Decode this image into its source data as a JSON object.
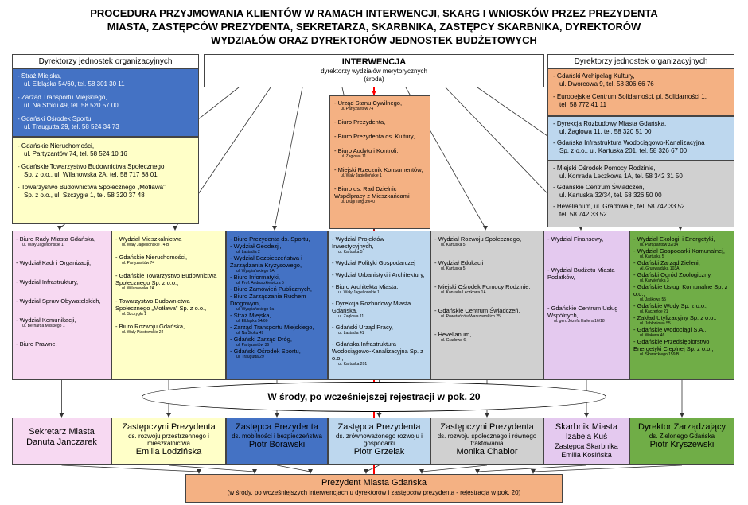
{
  "title": [
    "PROCEDURA PRZYJMOWANIA KLIENTÓW W RAMACH INTERWENCJI, SKARG I WNIOSKÓW PRZEZ PREZYDENTA",
    "MIASTA, ZASTĘPCÓW PREZYDENTA, SEKRETARZA, SKARBNIKA, ZASTĘPCY SKARBNIKA, DYREKTORÓW",
    "WYDZIAŁÓW ORAZ DYREKTORÓW JEDNOSTEK BUDŻETOWYCH"
  ],
  "left_header": "Dyrektorzy jednostek organizacyjnych",
  "right_header": "Dyrektorzy jednostek organizacyjnych",
  "center_header": {
    "title": "INTERWENCJA",
    "line1": "dyrektorzy wydziałów merytorycznych",
    "line2": "(środa)"
  },
  "left_blue": [
    {
      "t": "- Straż Miejska,",
      "d": "ul. Elbląska 54/60,  tel. 58 301 30 11"
    },
    {
      "t": "- Zarząd Transportu Miejskiego,",
      "d": "ul. Na Stoku 49, tel. 58 520 57 00"
    },
    {
      "t": "- Gdański Ośrodek Sportu,",
      "d": "ul. Traugutta 29, tel. 58 524 34 73"
    }
  ],
  "left_yellow": [
    {
      "t": "- Gdańskie Nieruchomości,",
      "d": "ul. Partyzantów 74, tel. 58 524 10 16"
    },
    {
      "t": "- Gdańskie Towarzystwo Budownictwa Społecznego",
      "d": "Sp. z o.o., ul. Wilanowska 2A, tel. 58 717 88 01"
    },
    {
      "t": "- Towarzystwo Budownictwa Społecznego „Motława”",
      "d": "Sp. z o.o., ul. Szczygła 1, tel. 58 320 37 48"
    }
  ],
  "right_orange": [
    {
      "t": "- Gdański Archipelag Kultury,",
      "d": "ul. Dworcowa 9, tel. 58 306 66 76"
    },
    {
      "t": "- Europejskie Centrum Solidarności, pl. Solidarności 1,",
      "d": "tel. 58 772 41 11"
    }
  ],
  "right_blue": [
    {
      "t": "- Dyrekcja Rozbudowy Miasta Gdańska,",
      "d": "ul. Żaglowa 11, tel. 58 320 51 00"
    },
    {
      "t": "- Gdańska Infrastruktura Wodociągowo-Kanalizacyjna",
      "d": "Sp. z o.o., ul. Kartuska 201, tel. 58 326 67 00"
    }
  ],
  "right_gray": [
    {
      "t": "- Miejski Ośrodek Pomocy Rodzinie,",
      "d": "ul. Konrada Leczkowa 1A, tel. 58 342 31 50"
    },
    {
      "t": "- Gdańskie Centrum Świadczeń,",
      "d": "ul. Kartuska 32/34, tel. 58 326 50 00"
    },
    {
      "t": "- Hevelianum, ul. Gradowa 6, tel. 58 742 33 52",
      "d": "tel. 58 742 33 52"
    }
  ],
  "center_list": [
    {
      "t": "- Urząd Stanu Cywilnego,",
      "s": "ul. Partyzantów 74"
    },
    {
      "t": "- Biuro Prezydenta,",
      "s": ""
    },
    {
      "t": "- Biuro Prezydenta ds. Kultury,",
      "s": ""
    },
    {
      "t": "- Biuro Audytu i Kontroli,",
      "s": "ul. Żaglowa 11"
    },
    {
      "t": "- Miejski Rzecznik Konsumentów,",
      "s": "ul. Wały Jagiellońskie 1"
    },
    {
      "t": "- Biuro ds. Rad Dzielnic i Współpracy z Mieszkańcami",
      "s": "ul. Długi Targ 39/40"
    }
  ],
  "columns": [
    {
      "color": "#f7d9f2",
      "items": [
        {
          "t": "- Biuro Rady Miasta Gdańska,",
          "s": "ul. Wały Jagiellońskie 1"
        },
        {
          "t": "- Wydział Kadr i Organizacji,",
          "s": ""
        },
        {
          "t": "- Wydział Infrastruktury,",
          "s": ""
        },
        {
          "t": "- Wydział Spraw Obywatelskich,",
          "s": ""
        },
        {
          "t": "- Wydział Komunikacji,",
          "s": "ul. Bernarda Milskiego 1"
        },
        {
          "t": "- Biuro Prawne,",
          "s": ""
        }
      ]
    },
    {
      "color": "#ffffc8",
      "items": [
        {
          "t": "- Wydział Mieszkalnictwa",
          "s": "ul. Wały Jagiellońskie 74 B"
        },
        {
          "t": "- Gdańskie Nieruchomości,",
          "s": "ul. Partyzantów 74"
        },
        {
          "t": "- Gdańskie Towarzystwo Budownictwa Społecznego Sp. z o.o.,",
          "s": "ul. Wilanowska 2A"
        },
        {
          "t": "- Towarzystwo Budownictwa Społecznego „Motława” Sp. z o.o.,",
          "s": "ul. Szczygła 1"
        },
        {
          "t": "- Biuro Rozwoju Gdańska,",
          "s": "ul. Wały Piastowskie 24"
        }
      ]
    },
    {
      "color": "#4472c4",
      "items": [
        {
          "t": "- Biuro Prezydenta ds. Sportu,",
          "s": ""
        },
        {
          "t": "- Wydział Geodezji,",
          "s": "ul. Lastadia 2"
        },
        {
          "t": "- Wydział Bezpieczeństwa i Zarządzania Kryzysowego,",
          "s": "ul. Wyspiańskiego 9A"
        },
        {
          "t": "- Biuro Informatyki,",
          "s": "ul. Prof. Andruszkiewicza 5"
        },
        {
          "t": "- Biuro Zamówień Publicznych,",
          "s": ""
        },
        {
          "t": "- Biuro Zarządzania Ruchem Drogowym,",
          "s": "ul. Wyspiańskiego 9a"
        },
        {
          "t": "- Straż Miejska,",
          "s": "ul. Elbląska 54/60"
        },
        {
          "t": "- Zarząd Transportu Miejskiego,",
          "s": "ul. Na Stoku 49"
        },
        {
          "t": "- Gdański Zarząd Dróg,",
          "s": "ul. Partyzantów 36"
        },
        {
          "t": "- Gdański Ośrodek Sportu,",
          "s": "ul. Traugutta 29"
        }
      ]
    },
    {
      "color": "#bdd7ee",
      "items": [
        {
          "t": "- Wydział Projektów Inwestycyjnych,",
          "s": "ul. Kartuska 5"
        },
        {
          "t": "- Wydział Polityki Gospodarczej",
          "s": ""
        },
        {
          "t": "- Wydział Urbanistyki i Architektury,",
          "s": ""
        },
        {
          "t": "- Biuro Architekta Miasta,",
          "s": "ul. Wały Jagiellońskie 1"
        },
        {
          "t": "- Dyrekcja Rozbudowy Miasta Gdańska,",
          "s": "ul. Żaglowa 11"
        },
        {
          "t": "- Gdański Urząd Pracy,",
          "s": "ul. Lastadia 41"
        },
        {
          "t": "- Gdańska Infrastruktura Wodociągowo-Kanalizacyjna Sp. z o.o.,",
          "s": "ul. Kartuska 201"
        }
      ]
    },
    {
      "color": "#d0d0d0",
      "items": [
        {
          "t": "- Wydział Rozwoju Społecznego,",
          "s": "ul. Kartuska 5"
        },
        {
          "t": "- Wydział Edukacji",
          "s": "ul. Kartuska 5"
        },
        {
          "t": "- Miejski Ośrodek Pomocy Rodzinie,",
          "s": "ul. Konrada Leczkowa 1A"
        },
        {
          "t": "- Gdańskie Centrum Świadczeń,",
          "s": "ul. Powstańców Warszawskich 25"
        },
        {
          "t": "- Hevelianum,",
          "s": "ul. Gradowa 6,"
        }
      ]
    },
    {
      "color": "#e4c9ef",
      "items": [
        {
          "t": "- Wydział Finansowy,",
          "s": ""
        },
        {
          "t": "- Wydział Budżetu Miasta i Podatków,",
          "s": ""
        },
        {
          "t": "- Gdańskie Centrum Usług Wspólnych,",
          "s": "ul. gen. Józefa Hallera 16/18"
        }
      ]
    },
    {
      "color": "#70ad47",
      "items": [
        {
          "t": "- Wydział Ekologii i Energetyki,",
          "s": "ul. Partyzantów 32/34"
        },
        {
          "t": "- Wydział Gospodarki Komunalnej,",
          "s": "ul. Kartuska 5"
        },
        {
          "t": "- Gdański Zarząd Zieleni,",
          "s": "Al. Grunwaldzka 103A"
        },
        {
          "t": "- Gdański Ogród Zoologiczny,",
          "s": "ul. Karwieńska 3"
        },
        {
          "t": "- Gdańskie Usługi Komunalne Sp. z o.o.,",
          "s": "ul. Jaśkowa 55"
        },
        {
          "t": "- Gdańskie Wody Sp. z o.o.,",
          "s": "ul. Kaczeńce 21"
        },
        {
          "t": "- Zakład Utylizacyjny Sp. z o.o.,",
          "s": "ul. Jabłoniowa 55"
        },
        {
          "t": "- Gdańskie Wodociągi S.A.,",
          "s": "ul. Wałowa 46"
        },
        {
          "t": "- Gdańskie Przedsiębiorstwo Energetyki Cieplnej Sp. z o.o.,",
          "s": "ul. Słowackiego 159 B"
        }
      ]
    }
  ],
  "ellipse_text": "W środy, po wcześniejszej rejestracji w pok. 20",
  "bottom": [
    {
      "color": "#f7d9f2",
      "role": "Sekretarz Miasta",
      "desc": "",
      "name": "Danuta Janczarek"
    },
    {
      "color": "#ffffc8",
      "role": "Zastępczyni Prezydenta",
      "desc": "ds. rozwoju przestrzennego i mieszkalnictwa",
      "name": "Emilia Lodzińska"
    },
    {
      "color": "#4472c4",
      "role": "Zastępca Prezydenta",
      "desc": "ds. mobilności i bezpieczeństwa",
      "name": "Piotr Borawski"
    },
    {
      "color": "#bdd7ee",
      "role": "Zastępca Prezydenta",
      "desc": "ds. zrównoważonego rozwoju i gospodarki",
      "name": "Piotr Grzelak"
    },
    {
      "color": "#d0d0d0",
      "role": "Zastępczyni Prezydenta",
      "desc": "ds. rozwoju społecznego i równego traktowania",
      "name": "Monika Chabior"
    },
    {
      "color": "#e4c9ef",
      "role": "Skarbnik Miasta",
      "desc": "Izabela Kuś",
      "name": "Zastępca Skarbnika Emilia Kosińska"
    },
    {
      "color": "#70ad47",
      "role": "Dyrektor Zarządzający",
      "desc": "ds. Zielonego Gdańska",
      "name": "Piotr Kryszewski"
    }
  ],
  "president": {
    "title": "Prezydent Miasta Gdańska",
    "desc": "(w środy, po wcześniejszych interwencjach u dyrektorów i zastępców prezydenta - rejestracja w pok. 20)"
  },
  "colors": {
    "orange": "#f4b183",
    "blue": "#4472c4",
    "yellow": "#ffffc8",
    "lightblue": "#bdd7ee",
    "gray": "#d0d0d0",
    "red": "#ff0000"
  }
}
